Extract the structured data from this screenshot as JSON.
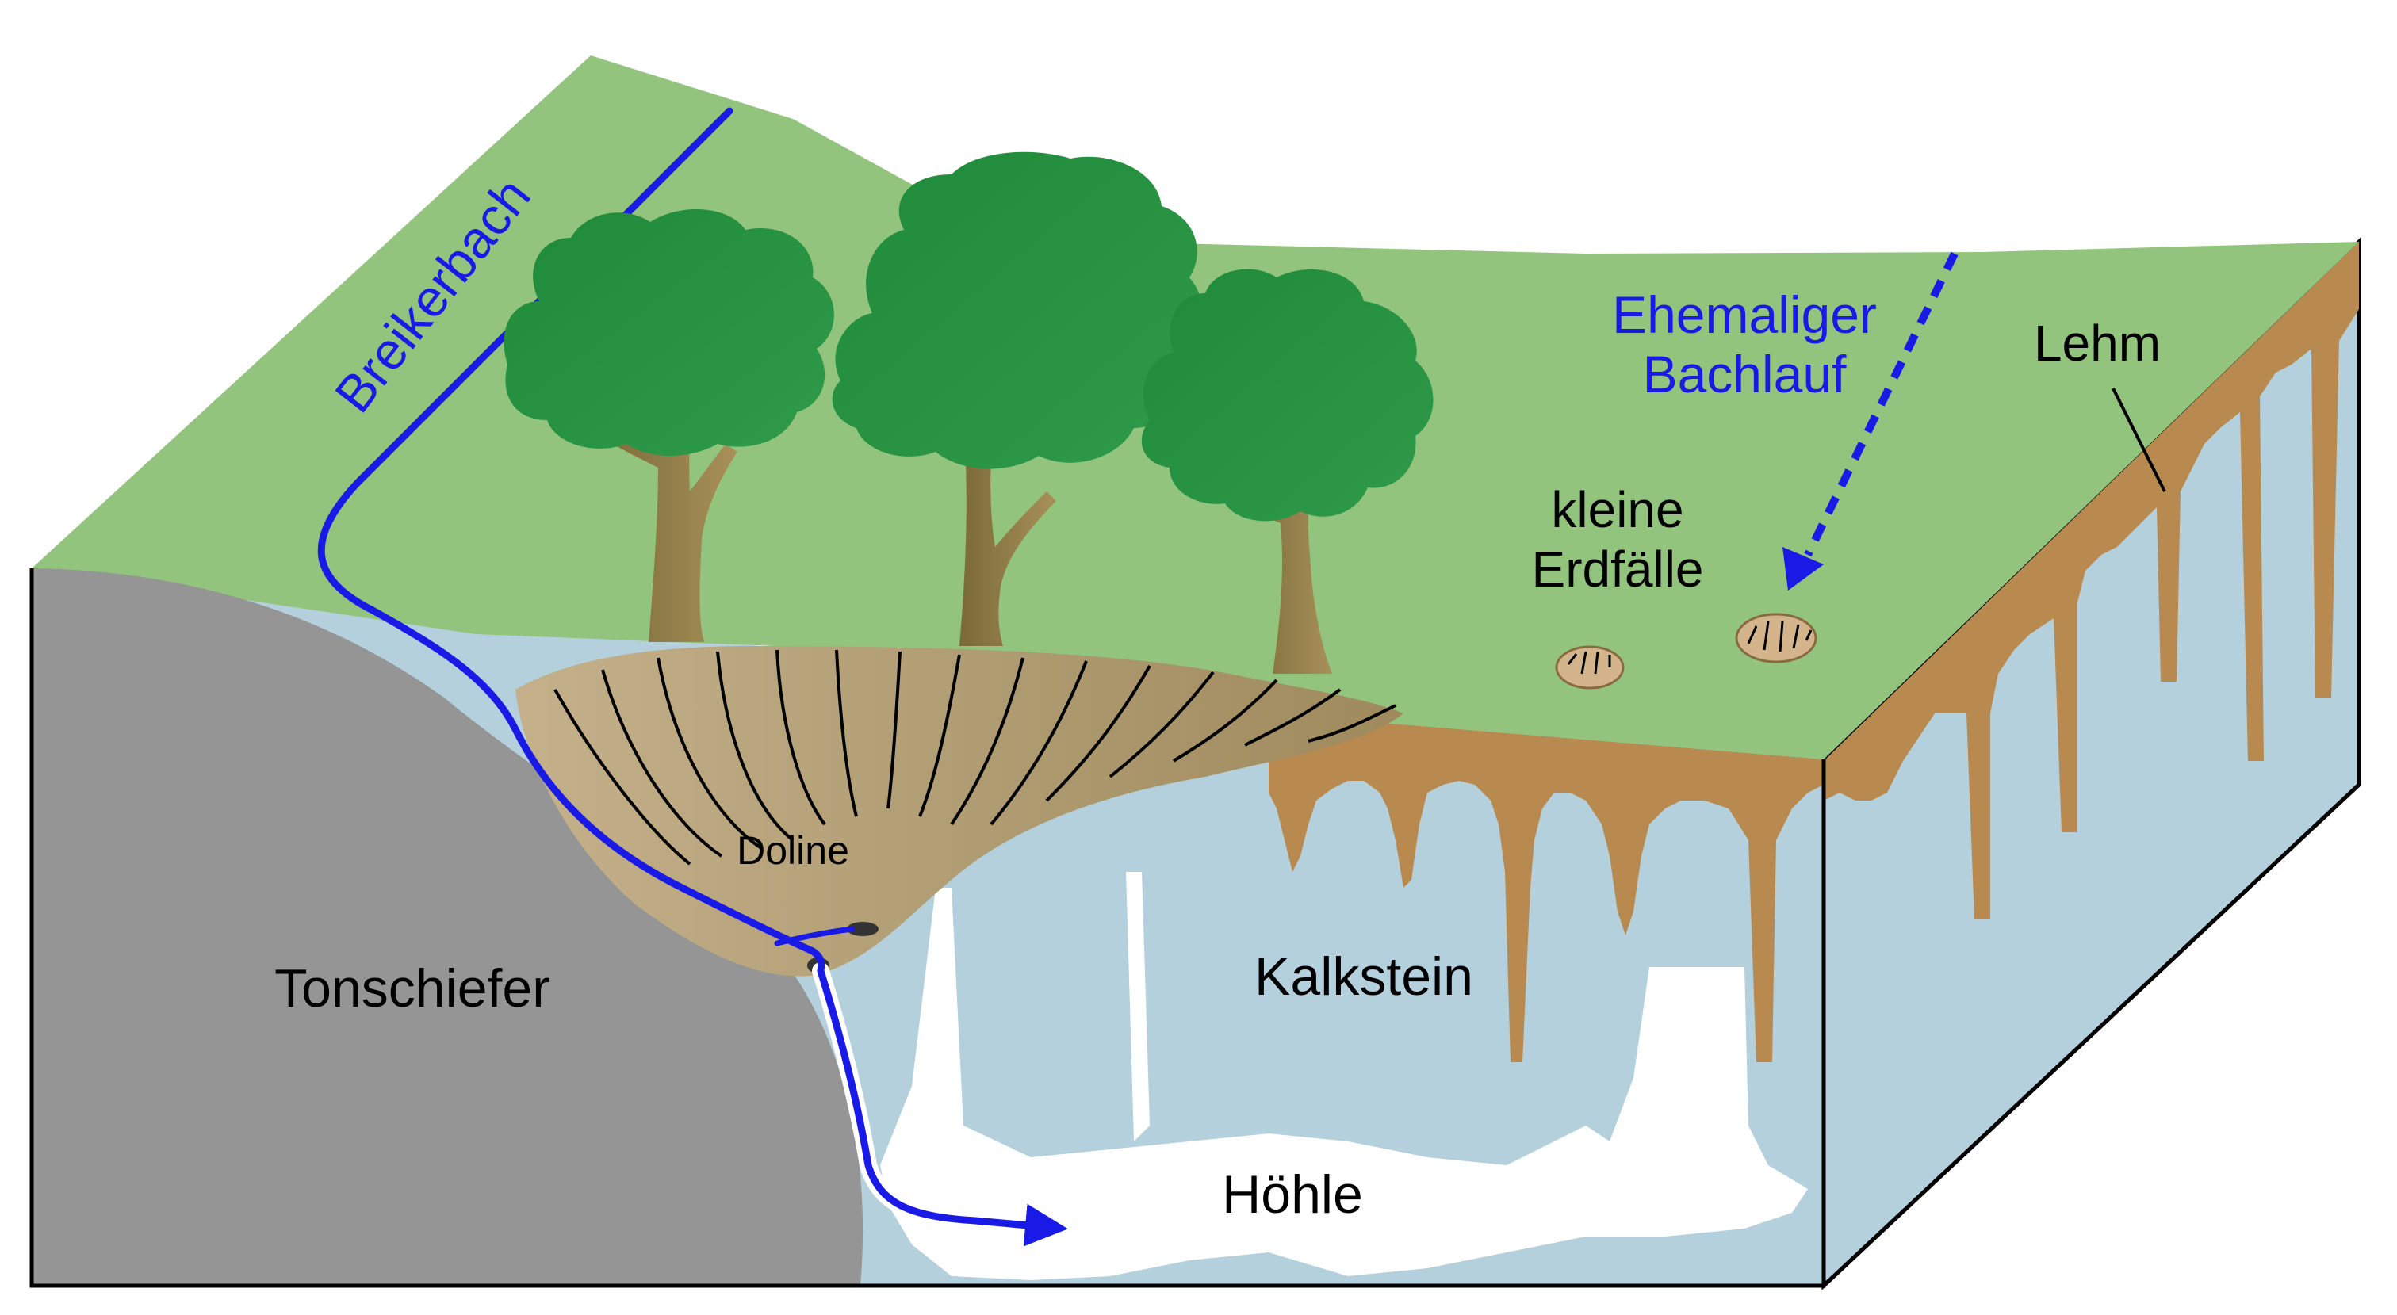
{
  "labels": {
    "breikerbach": "Breikerbach",
    "ehemaliger_line1": "Ehemaliger",
    "ehemaliger_line2": "Bachlauf",
    "lehm": "Lehm",
    "kleine_line1": "kleine",
    "kleine_line2": "Erdfälle",
    "doline": "Doline",
    "tonschiefer": "Tonschiefer",
    "kalkstein": "Kalkstein",
    "hoehle": "Höhle"
  },
  "colors": {
    "grass": "#93c47d",
    "clay": "#b88a50",
    "limestone": "#b3d0dc",
    "shale": "#959595",
    "doline": "#b9a47e",
    "stream": "#1a1ae6",
    "tree_canopy": "#278c3e",
    "tree_trunk": "#8b7642"
  }
}
